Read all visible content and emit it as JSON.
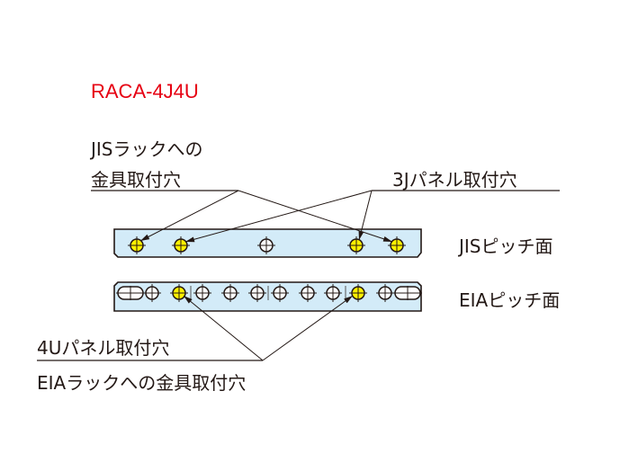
{
  "title": "RACA-4J4U",
  "labels": {
    "jis_rack_line1": "JISラックへの",
    "jis_rack_line2": "金具取付穴",
    "panel_3j": "3Jパネル取付穴",
    "jis_pitch": "JISピッチ面",
    "eia_pitch": "EIAピッチ面",
    "panel_4u": "4Uパネル取付穴",
    "eia_rack": "EIAラックへの金具取付穴"
  },
  "colors": {
    "title": "#e60012",
    "plate_fill": "#d3ebf8",
    "hole_highlight": "#fff100",
    "line": "#231815"
  },
  "jis_plate": {
    "holes": [
      "highlight",
      "highlight",
      "plain",
      "highlight",
      "highlight"
    ]
  },
  "eia_plate": {
    "holes": [
      "slot",
      "plain",
      "highlight",
      "plain",
      "plain",
      "plain",
      "plain",
      "plain",
      "plain",
      "highlight",
      "plain",
      "slot"
    ]
  }
}
